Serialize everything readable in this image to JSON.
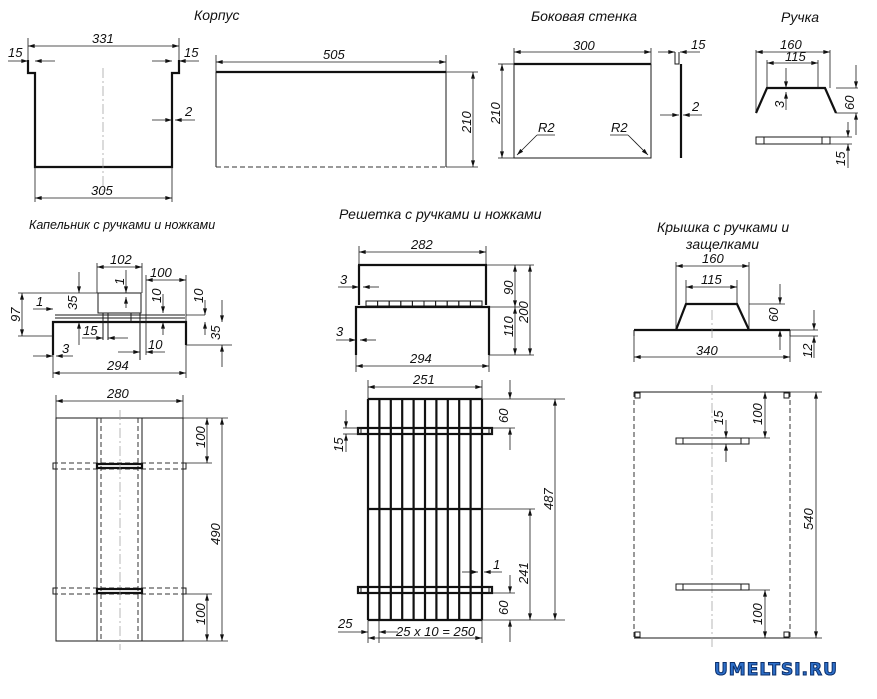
{
  "titles": {
    "korpus": "Корпус",
    "side_wall": "Боковая стенка",
    "handle": "Ручка",
    "drip_tray": "Капельник с ручками и ножками",
    "grate": "Решетка с ручками и ножками",
    "lid_line1": "Крышка с ручками и",
    "lid_line2": "защелками"
  },
  "dimensions": {
    "korpus": {
      "top_width": "331",
      "flange_left": "15",
      "flange_right": "15",
      "wall": "2",
      "bottom_width": "305",
      "length": "505",
      "height": "210"
    },
    "side_wall": {
      "width": "300",
      "flange": "15",
      "height": "210",
      "radius_left": "R2",
      "radius_right": "R2",
      "thickness": "2"
    },
    "handle": {
      "outer": "160",
      "inner": "115",
      "thickness": "3",
      "height": "60",
      "depth": "15"
    },
    "drip_tray": {
      "handle_width": "102",
      "handle_gap": "1",
      "leg_width": "100",
      "height_97": "97",
      "lip_1": "1",
      "height_35": "35",
      "left_15": "15",
      "dim_10a": "10",
      "dim_10b": "10",
      "dim_10c": "10",
      "leg_35": "35",
      "edge_3": "3",
      "width_294": "294",
      "plan_width": "280",
      "plan_100_top": "100",
      "plan_length": "490",
      "plan_100_bottom": "100"
    },
    "grate": {
      "top_width": "282",
      "wall_top": "3",
      "wall_bottom": "3",
      "upper_h": "90",
      "total_h": "200",
      "lower_h": "110",
      "bottom_width": "294",
      "plan_width": "251",
      "plan_60_top": "60",
      "bar_15": "15",
      "plan_length": "487",
      "mid_241": "241",
      "gap_1": "1",
      "plan_60_bottom": "60",
      "pitch_25": "25",
      "pitch_formula": "25 x 10 = 250"
    },
    "lid": {
      "outer": "160",
      "inner": "115",
      "height": "60",
      "thickness": "12",
      "width": "340",
      "plan_100_top": "100",
      "handle_15": "15",
      "plan_length": "540",
      "plan_100_bottom": "100"
    }
  },
  "watermark": "UMELTSI.RU"
}
